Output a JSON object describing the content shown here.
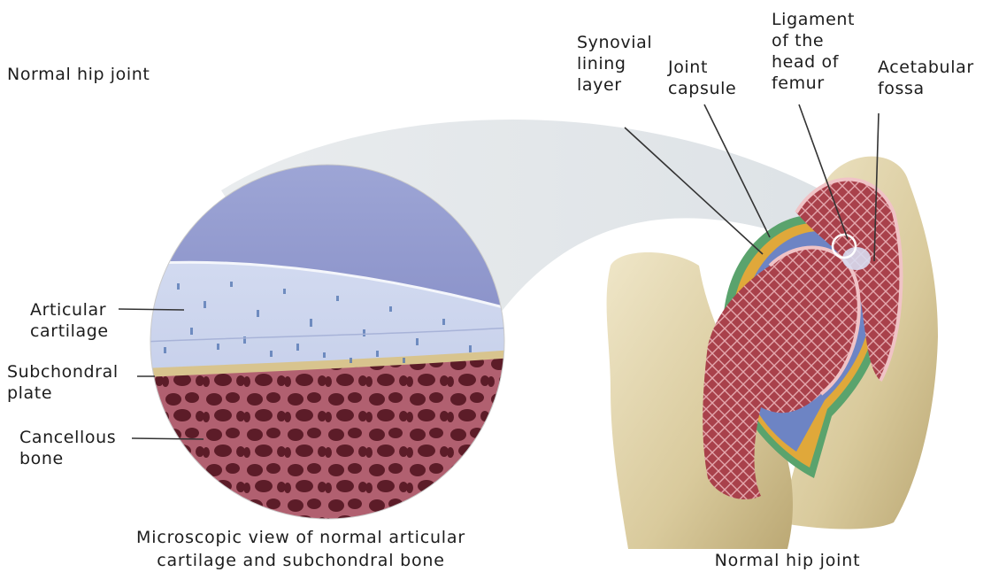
{
  "title": "Normal hip joint",
  "anatomy_labels": {
    "synovial": "Synovial\nlining\nlayer",
    "capsule": "Joint\ncapsule",
    "ligament": "Ligament\nof the\nhead of\nfemur",
    "fossa": "Acetabular\nfossa"
  },
  "micro_labels": {
    "articular": "Articular\ncartilage",
    "subchondral": "Subchondral\nplate",
    "cancellous": "Cancellous\nbone"
  },
  "captions": {
    "micro": "Microscopic view of normal articular\ncartilage and subchondral bone",
    "hip": "Normal hip joint"
  }
}
